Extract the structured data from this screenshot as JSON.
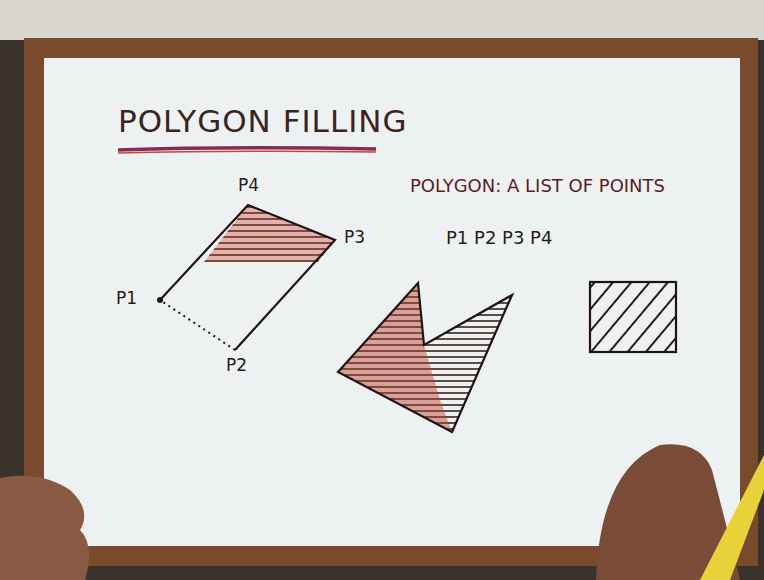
{
  "diagram": {
    "title": "POLYGON FILLING",
    "labels": [
      "P4",
      "P3",
      "P1",
      "P2",
      "POLYGON: A LIST OF POINTS",
      "P1 P2 P3 P4"
    ]
  }
}
